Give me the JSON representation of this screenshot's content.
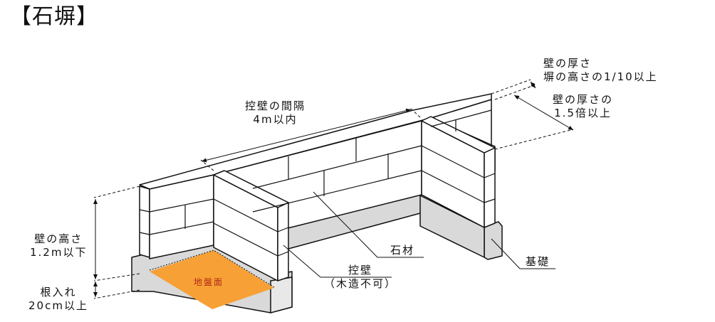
{
  "title": "【石塀】",
  "labels": {
    "buttress_spacing": [
      "控壁の間隔",
      "4m以内"
    ],
    "wall_thickness": [
      "壁の厚さ",
      "塀の高さの1/10以上"
    ],
    "buttress_depth": [
      "壁の厚さの",
      "1.5倍以上"
    ],
    "wall_height": [
      "壁の高さ",
      "1.2m以下"
    ],
    "embedment": [
      "根入れ",
      "20cm以上"
    ],
    "ground_surface": "地盤面",
    "stone": "石材",
    "buttress": [
      "控壁",
      "（木造不可）"
    ],
    "foundation": "基礎"
  },
  "colors": {
    "ground": "#f7a035",
    "ground_text": "#b0281a",
    "foundation": "#d9d9d9",
    "wall": "#ffffff"
  }
}
